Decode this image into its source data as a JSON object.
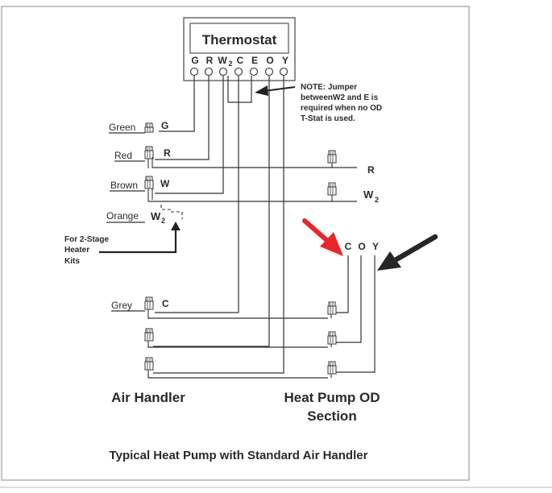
{
  "thermostat": {
    "title": "Thermostat",
    "terminals": [
      "G",
      "R",
      "W",
      "2",
      "C",
      "E",
      "O",
      "Y"
    ]
  },
  "note": {
    "lines": [
      "NOTE:  Jumper",
      "betweenW2 and E is",
      "required when no OD",
      "T-Stat is used."
    ]
  },
  "air_handler": {
    "title": "Air Handler",
    "wires": [
      {
        "color_name": "Green",
        "terminal": "G"
      },
      {
        "color_name": "Red",
        "terminal": "R"
      },
      {
        "color_name": "Brown",
        "terminal": "W"
      },
      {
        "color_name": "Orange",
        "terminal": "W",
        "subscript": "2"
      },
      {
        "color_name": "Grey",
        "terminal": "C"
      }
    ],
    "two_stage_note": [
      "For 2-Stage",
      "Heater",
      "Kits"
    ]
  },
  "heat_pump": {
    "title_lines": [
      "Heat Pump OD",
      "Section"
    ],
    "terminals_top": [
      "C",
      "O",
      "Y"
    ],
    "side_labels": [
      {
        "label": "R"
      },
      {
        "label": "W",
        "subscript": "2"
      }
    ]
  },
  "caption": "Typical Heat Pump with Standard Air Handler",
  "colors": {
    "line": "#333333",
    "red_arrow": "#e8262a",
    "black_arrow": "#262626"
  }
}
